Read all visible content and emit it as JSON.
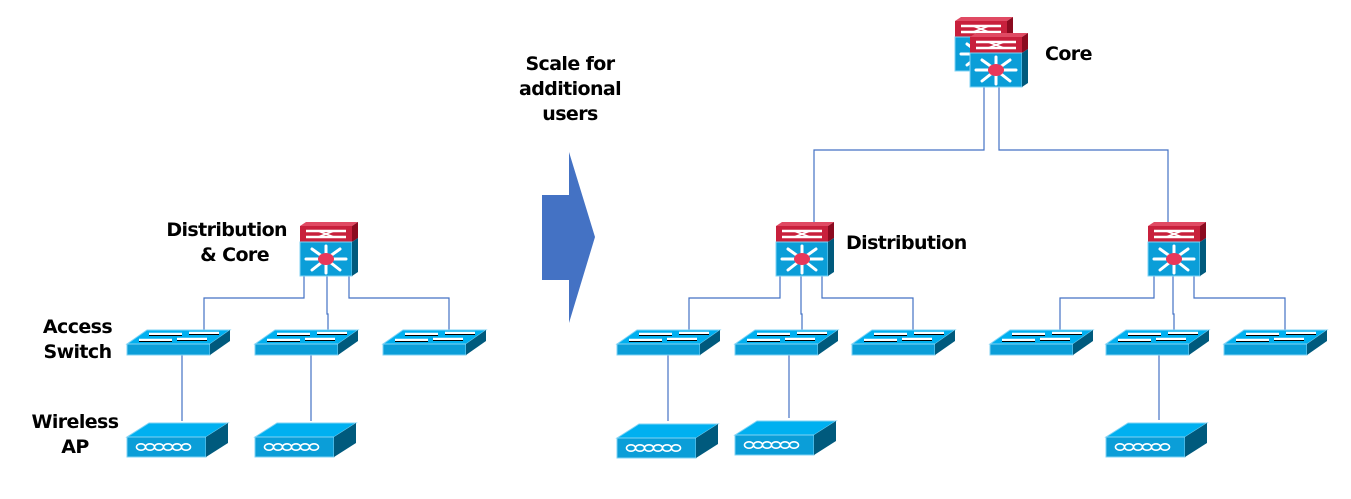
{
  "diagram": {
    "type": "network-topology",
    "colors": {
      "link": "#4472c4",
      "switch_blue": "#0b9ed8",
      "switch_side": "#005a7d",
      "switch_top": "#00b0f0",
      "router_red": "#c8203c",
      "router_red_side": "#8b0a1f",
      "hub_red": "#e8385a",
      "arrow_fill": "#4472c4"
    },
    "left": {
      "labels": {
        "distribution_core_line1": "Distribution",
        "distribution_core_line2": "& Core",
        "access_line1": "Access",
        "access_line2": "Switch",
        "ap_line1": "Wireless",
        "ap_line2": "AP"
      },
      "nodes": [
        {
          "id": "dc",
          "kind": "multilayer-switch",
          "label": "Distribution & Core"
        },
        {
          "id": "as1",
          "kind": "access-switch"
        },
        {
          "id": "as2",
          "kind": "access-switch"
        },
        {
          "id": "as3",
          "kind": "access-switch"
        },
        {
          "id": "ap1",
          "kind": "wireless-ap"
        },
        {
          "id": "ap2",
          "kind": "wireless-ap"
        }
      ]
    },
    "transition": {
      "line1": "Scale for",
      "line2": "additional",
      "line3": "users",
      "icon": "right-arrow"
    },
    "right": {
      "labels": {
        "core": "Core",
        "distribution": "Distribution"
      },
      "nodes": [
        {
          "id": "core1",
          "kind": "multilayer-switch"
        },
        {
          "id": "core2",
          "kind": "multilayer-switch",
          "label": "Core"
        },
        {
          "id": "dist1",
          "kind": "multilayer-switch",
          "label": "Distribution"
        },
        {
          "id": "dist2",
          "kind": "multilayer-switch"
        },
        {
          "id": "as4",
          "kind": "access-switch"
        },
        {
          "id": "as5",
          "kind": "access-switch"
        },
        {
          "id": "as6",
          "kind": "access-switch"
        },
        {
          "id": "as7",
          "kind": "access-switch"
        },
        {
          "id": "as8",
          "kind": "access-switch"
        },
        {
          "id": "as9",
          "kind": "access-switch"
        },
        {
          "id": "ap3",
          "kind": "wireless-ap"
        },
        {
          "id": "ap4",
          "kind": "wireless-ap"
        },
        {
          "id": "ap5",
          "kind": "wireless-ap"
        }
      ]
    }
  }
}
